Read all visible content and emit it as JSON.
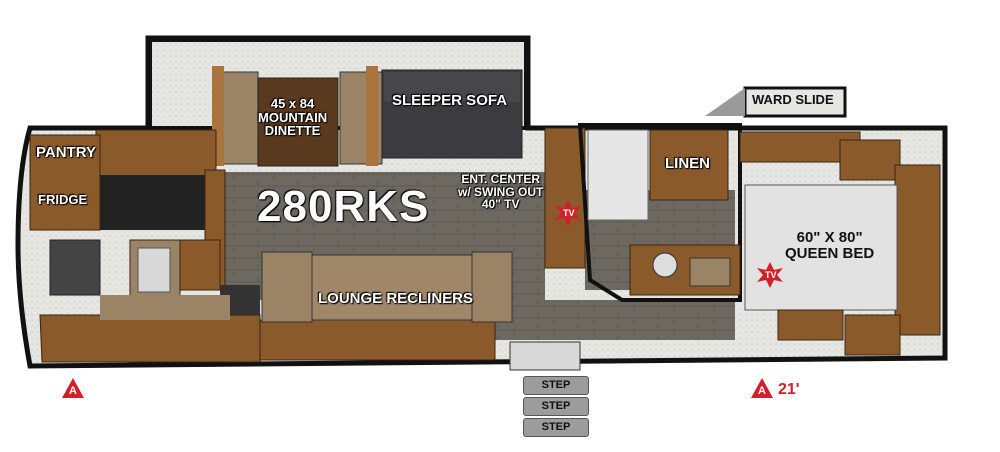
{
  "plan": {
    "model": "280RKS",
    "rooms": {
      "pantry": "PANTRY",
      "fridge": "FRIDGE",
      "dinette": "45 x 84\nMOUNTAIN\nDINETTE",
      "sleeper_sofa": "SLEEPER SOFA",
      "ent_center": "ENT. CENTER\nw/ SWING OUT\n40\" TV",
      "linen": "LINEN",
      "queen_bed": "60\" X 80\"\nQUEEN BED",
      "lounge": "LOUNGE RECLINERS",
      "ward_slide": "WARD SLIDE"
    },
    "tv_marks": [
      "TV",
      "TV"
    ],
    "steps": [
      "STEP",
      "STEP",
      "STEP"
    ],
    "awning_marks": [
      "A",
      "A"
    ],
    "awning_length": "21'"
  },
  "colors": {
    "wall": "#111111",
    "floor": "#6e6a63",
    "carpet": "#e4e4e0",
    "wood": "#8a5a2b",
    "wood_light": "#a9743d",
    "sofa": "#3c3c40",
    "countertop": "#9b8466",
    "tv_star": "#d0202a"
  }
}
